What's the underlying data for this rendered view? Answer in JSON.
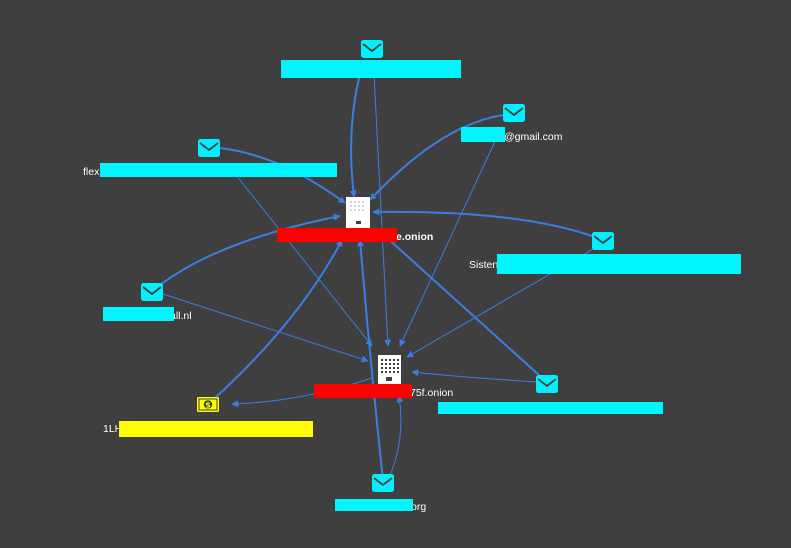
{
  "colors": {
    "background": "#3f3f3f",
    "edge": "#3a7fe0",
    "email_icon": "#00f0ff",
    "redact_cyan": "#00f5ff",
    "redact_red": "#ff0000",
    "redact_yellow": "#ffff00",
    "bitcoin_icon": "#ffff00"
  },
  "nodes": {
    "email_top": {
      "icon": "envelope-icon",
      "label": ""
    },
    "email_gmail": {
      "icon": "envelope-icon",
      "label": "@gmail.com"
    },
    "email_flex": {
      "icon": "envelope-icon",
      "label": "flex"
    },
    "email_sisten": {
      "icon": "envelope-icon",
      "label": "Sisten"
    },
    "email_nl": {
      "icon": "envelope-icon",
      "label": "all.nl"
    },
    "email_right": {
      "icon": "envelope-icon",
      "label": ""
    },
    "email_org": {
      "icon": "envelope-icon",
      "label": "org"
    },
    "onion_top": {
      "icon": "server-icon",
      "label": "e.onion"
    },
    "onion_bottom": {
      "icon": "building-icon",
      "label": "75f.onion"
    },
    "bitcoin": {
      "icon": "bitcoin-banknote-icon",
      "label": "1LH"
    }
  }
}
